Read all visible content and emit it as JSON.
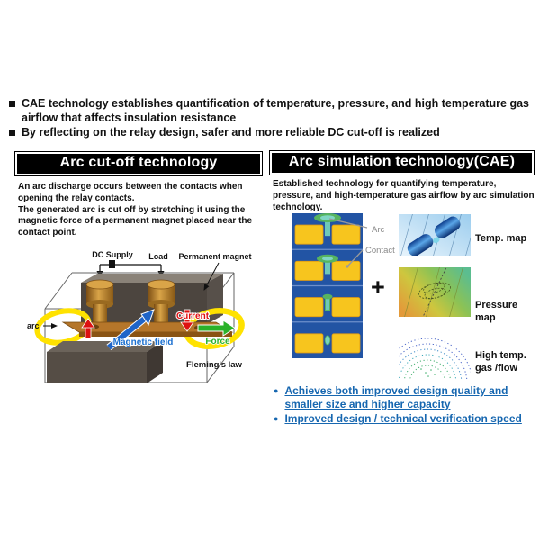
{
  "slide": {
    "intro_bullets": [
      {
        "text": "CAE technology establishes quantification of temperature, pressure, and high temperature gas airflow that affects insulation resistance"
      },
      {
        "text": "By reflecting on the relay design, safer and more reliable DC cut-off is realized"
      }
    ]
  },
  "left_panel": {
    "title": "Arc cut-off technology",
    "para1": "An arc discharge occurs between the contacts when opening the relay contacts.",
    "para2": "The generated arc is cut off by stretching it using the magnetic force of a permanent magnet placed near the contact point.",
    "diagram": {
      "label_dc_supply": "DC Supply",
      "label_load": "Load",
      "label_permanent_magnet": "Permanent magnet",
      "label_arc": "arc",
      "label_current": "Current",
      "label_magnetic_field": "Magnetic field",
      "label_force": "Force",
      "label_flemings_law": "Fleming's law",
      "colors": {
        "magnet_block": "#4c453f",
        "copper": "#b5762a",
        "arc_loop": "#ffe200",
        "current_arrow": "#dd1111",
        "magnetic_field_arrow": "#1e64c8",
        "force_arrow": "#2ab22a"
      }
    }
  },
  "right_panel": {
    "title": "Arc simulation technology(CAE)",
    "description": "Established technology for quantifying temperature, pressure, and high-temperature gas airflow by arc simulation technology.",
    "figure": {
      "label_arc": "Arc",
      "label_contact": "Contact",
      "plus": "+",
      "map_temp_label": "Temp. map",
      "map_pressure_label": "Pressure map",
      "map_gas_label_line1": "High temp.",
      "map_gas_label_line2": "gas /flow",
      "sim_colors": {
        "background_blue": "#2254a4",
        "contact_yellow": "#f7c51e",
        "arc_green": "#57b45f"
      }
    },
    "benefits": [
      {
        "text": "Achieves both improved design quality and smaller size and higher capacity"
      },
      {
        "text": "Improved design / technical verification speed"
      }
    ],
    "accent_color": "#1767b0"
  }
}
